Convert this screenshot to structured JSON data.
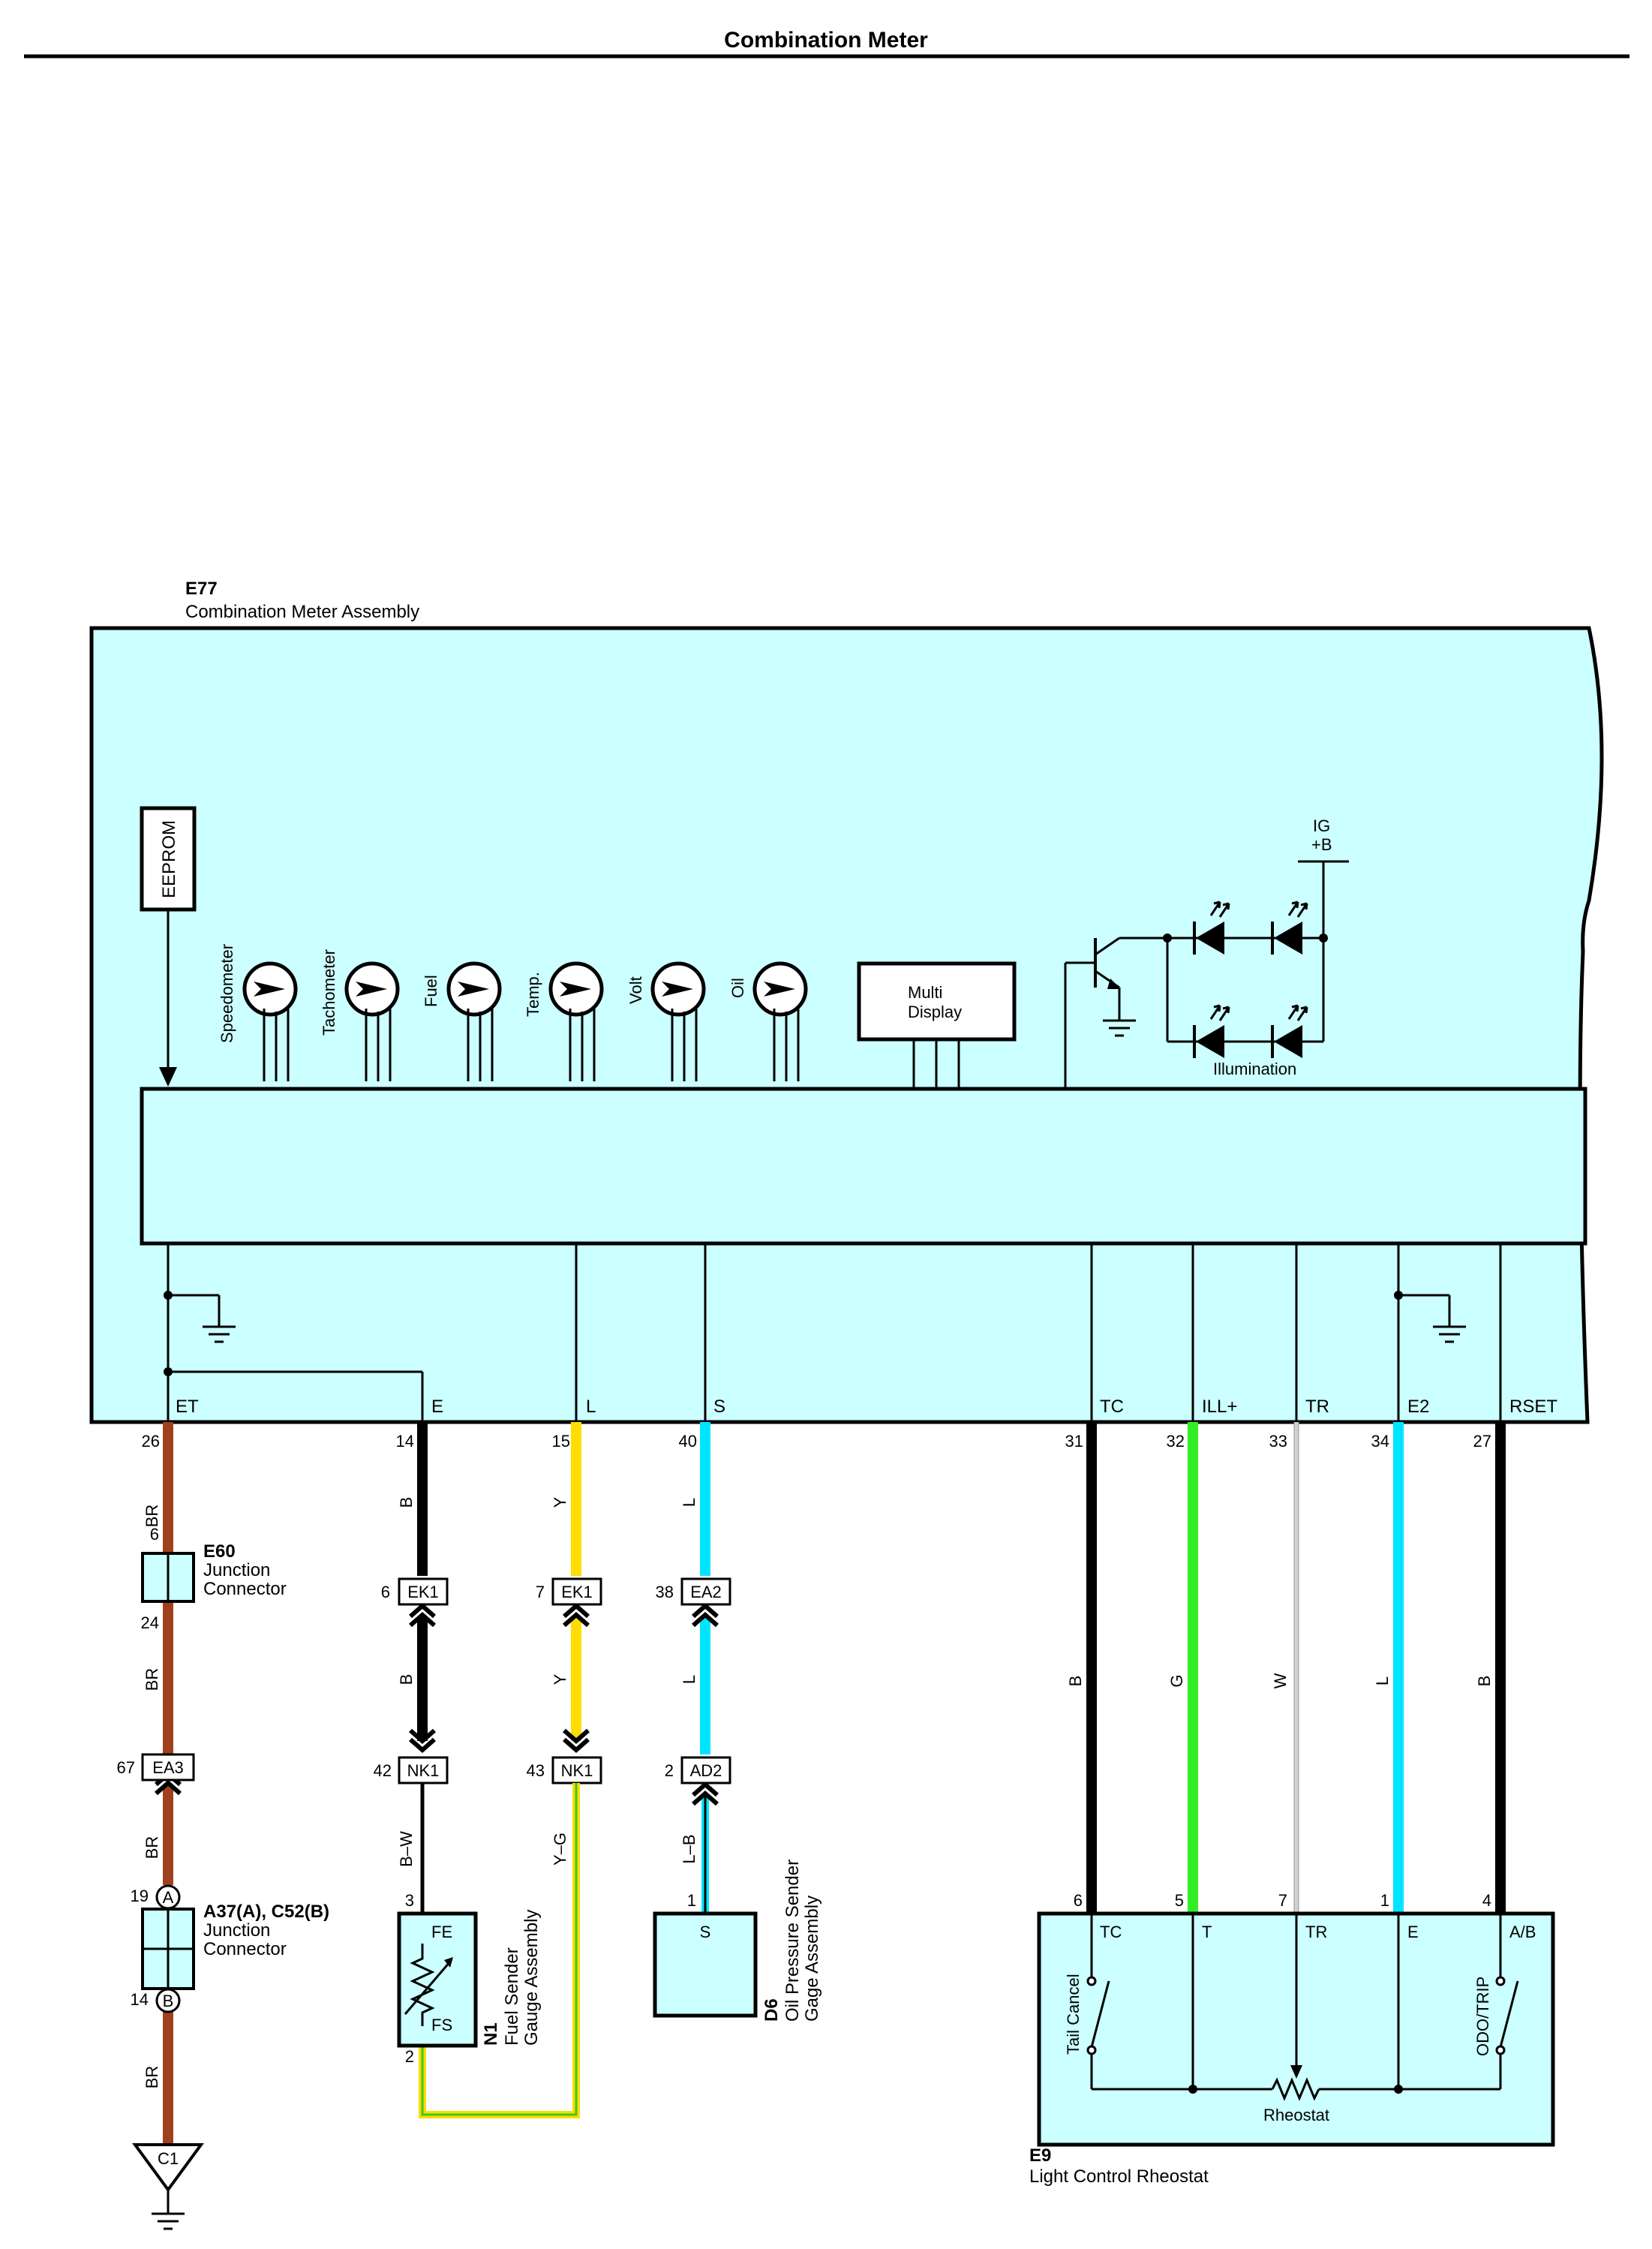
{
  "page": {
    "title": "Combination Meter"
  },
  "colors": {
    "fill": "#ccffff",
    "brown": "#a0411e",
    "black": "#000000",
    "yellow": "#ffdd00",
    "cyan": "#00e5ff",
    "green": "#33ee22",
    "white_wire": "#d0d0d0"
  },
  "e77": {
    "code": "E77",
    "name": "Combination Meter Assembly",
    "eeprom": "EEPROM",
    "gauges": [
      "Speedometer",
      "Tachometer",
      "Fuel",
      "Temp.",
      "Volt",
      "Oil"
    ],
    "multi_display": [
      "Multi",
      "Display"
    ],
    "ig": [
      "IG",
      "+B"
    ],
    "illumination": "Illumination",
    "terminals": [
      "ET",
      "E",
      "L",
      "S",
      "TC",
      "ILL+",
      "TR",
      "E2",
      "RSET"
    ]
  },
  "wires": [
    {
      "pin": "26",
      "color_code": "BR",
      "color": "#a0411e"
    },
    {
      "pin": "14",
      "color_code": "B",
      "color": "#000000"
    },
    {
      "pin": "15",
      "color_code": "Y",
      "color": "#ffdd00"
    },
    {
      "pin": "40",
      "color_code": "L",
      "color": "#00e5ff"
    },
    {
      "pin": "31",
      "color_code": "B",
      "color": "#000000"
    },
    {
      "pin": "32",
      "color_code": "G",
      "color": "#33ee22"
    },
    {
      "pin": "33",
      "color_code": "W",
      "color": "#d0d0d0"
    },
    {
      "pin": "34",
      "color_code": "L",
      "color": "#00e5ff"
    },
    {
      "pin": "27",
      "color_code": "B",
      "color": "#000000"
    }
  ],
  "e60": {
    "code": "E60",
    "name1": "Junction",
    "name2": "Connector",
    "pin_top": "6",
    "pin_bottom": "24"
  },
  "connectors": {
    "ea3": {
      "label": "EA3",
      "pin": "67"
    },
    "ek1_b": {
      "label": "EK1",
      "pin": "6"
    },
    "ek1_y": {
      "label": "EK1",
      "pin": "7"
    },
    "ea2": {
      "label": "EA2",
      "pin": "38"
    },
    "nk1_b": {
      "label": "NK1",
      "pin": "42"
    },
    "nk1_y": {
      "label": "NK1",
      "pin": "43"
    },
    "ad2": {
      "label": "AD2",
      "pin": "2"
    }
  },
  "a37": {
    "code": "A37(A), C52(B)",
    "name1": "Junction",
    "name2": "Connector",
    "pin_a": "19",
    "mark_a": "A",
    "pin_b": "14",
    "mark_b": "B"
  },
  "ground": {
    "label": "C1"
  },
  "mid_codes": {
    "e60_br": "BR",
    "ea3_br": "BR",
    "low_br": "BR",
    "b1": "B",
    "y1": "Y",
    "l1": "L",
    "tc_b": "B",
    "ill_g": "G",
    "tr_w": "W",
    "e_l": "L",
    "rset_b": "B"
  },
  "lower_codes": {
    "bw": "B–W",
    "yg": "Y–G",
    "lb": "L–B"
  },
  "n1": {
    "code": "N1",
    "name1": "Fuel Sender",
    "name2": "Gauge Assembly",
    "fe": "FE",
    "fs": "FS",
    "pin_fe": "3",
    "pin_fs": "2"
  },
  "d6": {
    "code": "D6",
    "name1": "Oil Pressure Sender",
    "name2": "Gage Assembly",
    "s": "S",
    "pin": "1"
  },
  "e9": {
    "code": "E9",
    "name": "Light Control Rheostat",
    "terminals": [
      "TC",
      "T",
      "TR",
      "E",
      "A/B"
    ],
    "pins": [
      "6",
      "5",
      "7",
      "1",
      "4"
    ],
    "tail_cancel": "Tail Cancel",
    "odo_trip": "ODO/TRIP",
    "rheostat": "Rheostat"
  }
}
